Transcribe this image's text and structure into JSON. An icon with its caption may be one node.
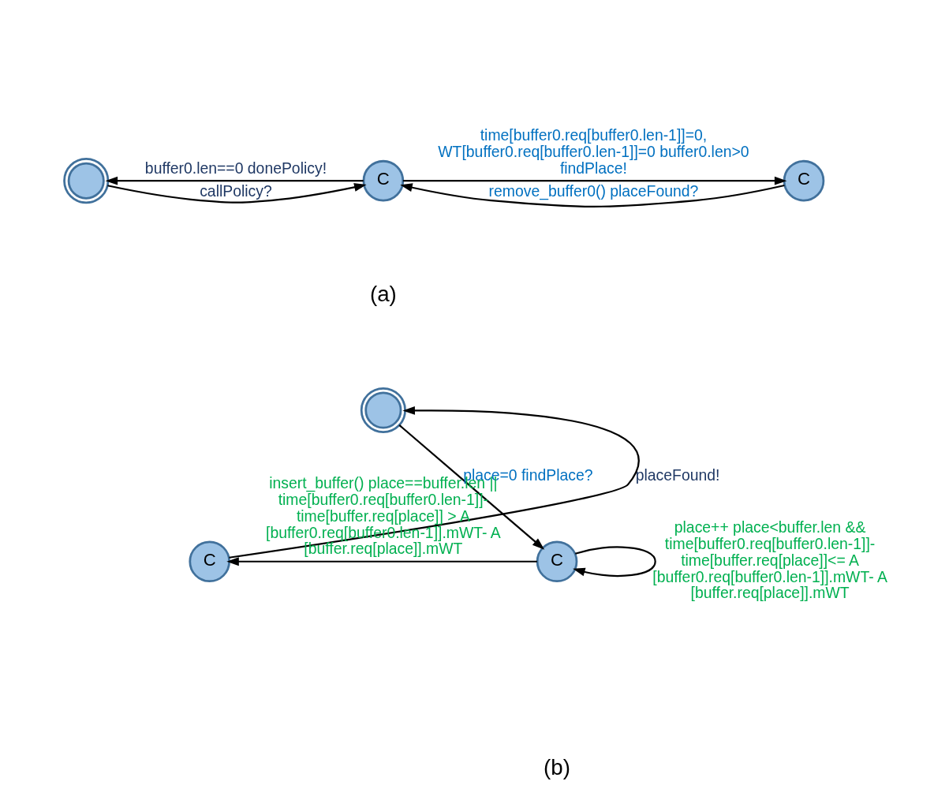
{
  "diagram": {
    "nodes": [
      {
        "text": [],
        "shape": "circle"
      },
      {
        "text": [
          "C"
        ]
      },
      {
        "text": [
          "C"
        ]
      },
      {
        "text": [],
        "shape": "circle"
      },
      {
        "text": [
          "C"
        ]
      },
      {
        "text": [
          "C"
        ]
      }
    ],
    "edges": [
      {
        "from": 1,
        "to": 0,
        "arrow": "to",
        "label": "buffer0.len==0 donePolicy!"
      },
      {
        "from": 0,
        "to": 1,
        "arrow": "to",
        "label": "callPolicy?"
      },
      {
        "from": 1,
        "to": 2,
        "arrow": "to",
        "label": "time[buffer0.req[buffer0.len-1]]=0, WT[buffer0.req[buffer0.len-1]]=0 buffer0.len>0 findPlace!"
      },
      {
        "from": 2,
        "to": 1,
        "arrow": "to",
        "label": "remove_buffer0() placeFound?"
      },
      {
        "from": 4,
        "to": 3,
        "arrow": "to",
        "label": "placeFound!"
      },
      {
        "from": 3,
        "to": 5,
        "arrow": "to",
        "label": "place=0 findPlace?"
      },
      {
        "from": 5,
        "to": 4,
        "arrow": "to",
        "label": "insert_buffer() place==buffer.len || time[buffer0.req[buffer0.len-1]]- time[buffer.req[place]] > A [buffer0.req[buffer0.len-1]].mWT- A [buffer.req[place]].mWT"
      },
      {
        "from": 5,
        "to": 5,
        "arrow": "to",
        "label": "place++ place<buffer.len && time[buffer0.req[buffer0.len-1]]- time[buffer.req[place]]<= A [buffer0.req[buffer0.len-1]].mWT- A [buffer.req[place]].mWT"
      }
    ],
    "labels": [
      "(a)",
      "(b)"
    ]
  }
}
